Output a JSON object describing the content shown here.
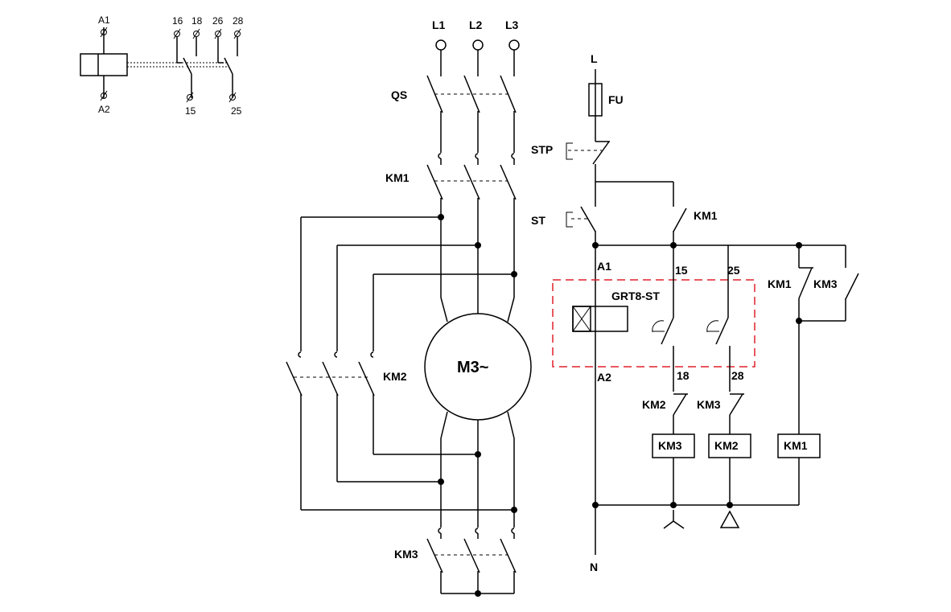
{
  "relay_symbol": {
    "terminals": {
      "a1": "A1",
      "a2": "A2",
      "t16": "16",
      "t18": "18",
      "t26": "26",
      "t28": "28",
      "t15": "15",
      "t25": "25"
    }
  },
  "power_circuit": {
    "phases": [
      "L1",
      "L2",
      "L3"
    ],
    "breaker": "QS",
    "contactor_main": "KM1",
    "contactor_delta": "KM2",
    "contactor_star": "KM3",
    "motor": "M3~"
  },
  "control_circuit": {
    "live": "L",
    "neutral": "N",
    "fuse": "FU",
    "stop": "STP",
    "start": "ST",
    "holding_contact": "KM1",
    "timer": "GRT8-ST",
    "timer_a1": "A1",
    "timer_a2": "A2",
    "t15": "15",
    "t25": "25",
    "t18": "18",
    "t28": "28",
    "aux_km1": "KM1",
    "aux_km3": "KM3",
    "interlock_km2": "KM2",
    "interlock_km3": "KM3",
    "coil_km3": "KM3",
    "coil_km2": "KM2",
    "coil_km1": "KM1"
  }
}
